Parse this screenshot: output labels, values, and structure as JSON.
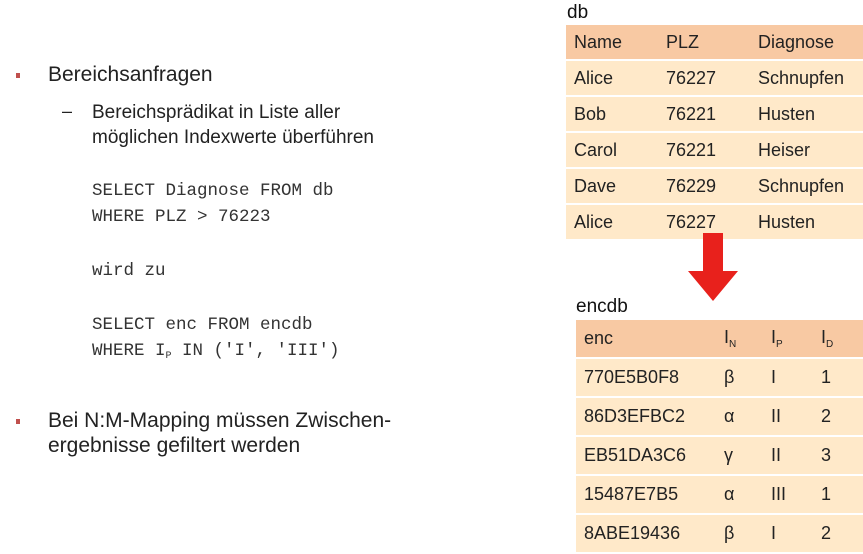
{
  "bullets": [
    {
      "text": "Bereichsanfragen",
      "sub": {
        "line1": "Bereichsprädikat in Liste aller",
        "line2": "möglichen Indexwerte überführen"
      }
    },
    {
      "line1": "Bei N:M-Mapping müssen Zwischen-",
      "line2": "ergebnisse gefiltert werden"
    }
  ],
  "code": {
    "q1_line1": "SELECT Diagnose FROM db",
    "q1_line2": "WHERE PLZ > 76223",
    "middle": "wird zu",
    "q2_line1": "SELECT enc FROM encdb",
    "q2_line2_pre": "WHERE I",
    "q2_line2_sub": "P",
    "q2_line2_post": " IN ('I', 'III')"
  },
  "db": {
    "title": "db",
    "headers": [
      "Name",
      "PLZ",
      "Diagnose"
    ],
    "rows": [
      [
        "Alice",
        "76227",
        "Schnupfen"
      ],
      [
        "Bob",
        "76221",
        "Husten"
      ],
      [
        "Carol",
        "76221",
        "Heiser"
      ],
      [
        "Dave",
        "76229",
        "Schnupfen"
      ],
      [
        "Alice",
        "76227",
        "Husten"
      ]
    ]
  },
  "encdb": {
    "title": "encdb",
    "headers": [
      {
        "base": "enc",
        "sub": ""
      },
      {
        "base": "I",
        "sub": "N"
      },
      {
        "base": "I",
        "sub": "P"
      },
      {
        "base": "I",
        "sub": "D"
      }
    ],
    "rows": [
      [
        "770E5B0F8",
        "β",
        "I",
        "1"
      ],
      [
        "86D3EFBC2",
        "α",
        "II",
        "2"
      ],
      [
        "EB51DA3C6",
        "γ",
        "II",
        "3"
      ],
      [
        "15487E7B5",
        "α",
        "III",
        "1"
      ],
      [
        "8ABE19436",
        "β",
        "I",
        "2"
      ]
    ]
  },
  "colors": {
    "header_fill": "#f8c9a3",
    "row_fill": "#ffe9c9",
    "bullet": "#c0504d",
    "arrow": "#e8211c"
  },
  "icons": {
    "arrow": "down-arrow-icon"
  }
}
